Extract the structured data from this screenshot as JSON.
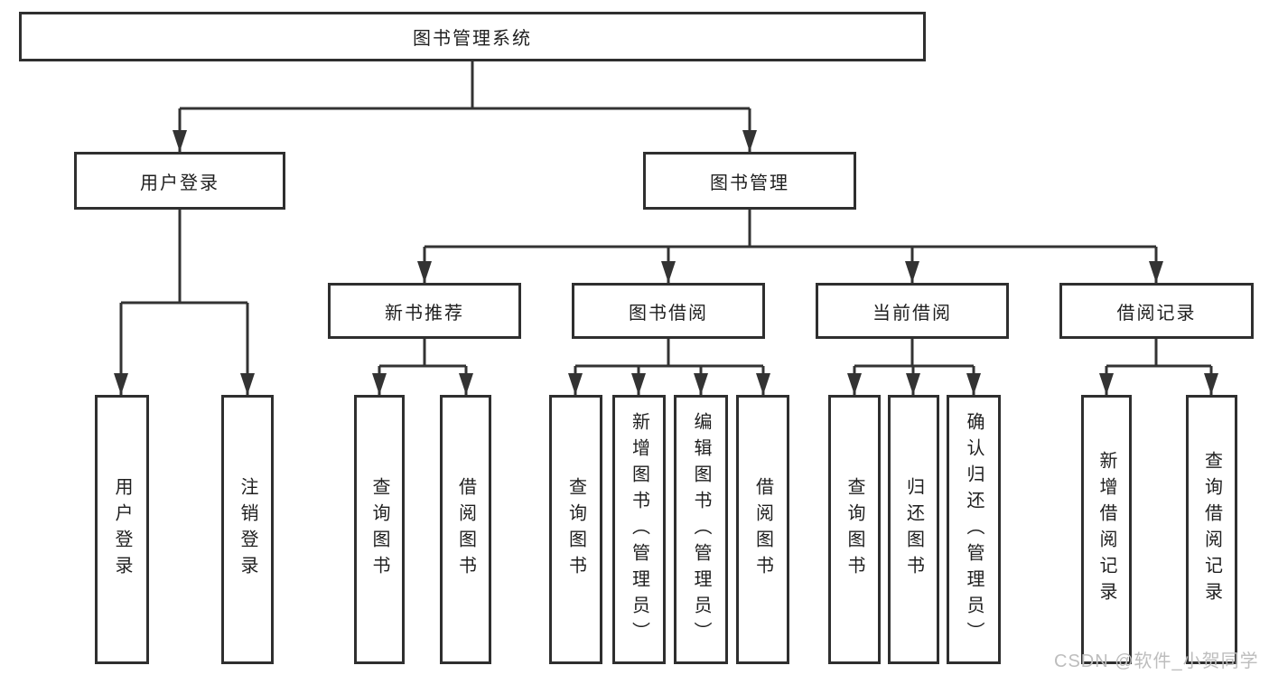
{
  "diagram": {
    "type": "hierarchy-tree",
    "nodes": {
      "root": {
        "label": "图书管理系统"
      },
      "level2": [
        {
          "label": "用户登录"
        },
        {
          "label": "图书管理"
        }
      ],
      "level3": [
        {
          "label": "新书推荐",
          "parent": "图书管理"
        },
        {
          "label": "图书借阅",
          "parent": "图书管理"
        },
        {
          "label": "当前借阅",
          "parent": "图书管理"
        },
        {
          "label": "借阅记录",
          "parent": "图书管理"
        }
      ],
      "leaves": [
        {
          "label": "用户登录",
          "parent": "用户登录"
        },
        {
          "label": "注销登录",
          "parent": "用户登录"
        },
        {
          "label": "查询图书",
          "parent": "新书推荐"
        },
        {
          "label": "借阅图书",
          "parent": "新书推荐"
        },
        {
          "label": "查询图书",
          "parent": "图书借阅"
        },
        {
          "label": "新增图书（管理员）",
          "parent": "图书借阅"
        },
        {
          "label": "编辑图书（管理员）",
          "parent": "图书借阅"
        },
        {
          "label": "借阅图书",
          "parent": "图书借阅"
        },
        {
          "label": "查询图书",
          "parent": "当前借阅"
        },
        {
          "label": "归还图书",
          "parent": "当前借阅"
        },
        {
          "label": "确认归还（管理员）",
          "parent": "当前借阅"
        },
        {
          "label": "新增借阅记录",
          "parent": "借阅记录"
        },
        {
          "label": "查询借阅记录",
          "parent": "借阅记录"
        }
      ]
    },
    "colors": {
      "line": "#333333",
      "box_border": "#2f2f2f",
      "text": "#1f1f1f",
      "watermark": "#bdbdbd",
      "background": "#ffffff"
    },
    "watermark": "CSDN @软件_小贺同学"
  }
}
